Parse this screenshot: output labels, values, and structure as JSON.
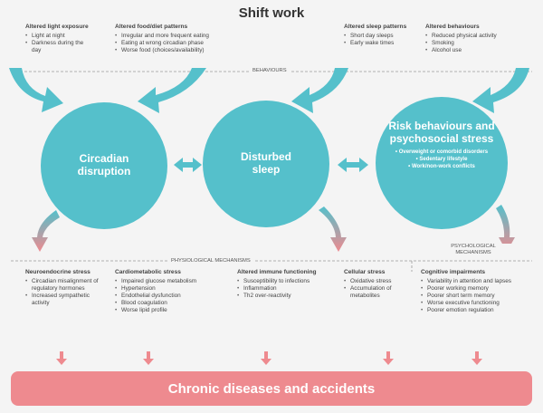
{
  "title": "Shift work",
  "behaviours_label": "BEHAVIOURS",
  "physio_label": "PHYSIOLOGICAL MECHANISMS",
  "psych_label": "PSYCHOLOGICAL MECHANISMS",
  "top_groups": [
    {
      "heading": "Altered light exposure",
      "items": [
        "Light at night",
        "Darkness during the day"
      ]
    },
    {
      "heading": "Altered food/diet patterns",
      "items": [
        "Irregular and more frequent eating",
        "Eating at wrong circadian phase",
        "Worse food (choices/availability)"
      ]
    },
    {
      "heading": "Altered sleep patterns",
      "items": [
        "Short day sleeps",
        "Early wake times"
      ]
    },
    {
      "heading": "Altered behaviours",
      "items": [
        "Reduced physical activity",
        "Smoking",
        "Alcohol use"
      ]
    }
  ],
  "circles": [
    {
      "title": "Circadian disruption"
    },
    {
      "title": "Disturbed sleep"
    },
    {
      "title": "Risk behaviours and psychosocial stress",
      "items": [
        "Overweight or comorbid disorders",
        "Sedentary lifestyle",
        "Work/non-work conflicts"
      ]
    }
  ],
  "bottom_groups": [
    {
      "heading": "Neuroendocrine stress",
      "items": [
        "Circadian misalignment of regulatory hormones",
        "Increased sympathetic activity"
      ]
    },
    {
      "heading": "Cardiometabolic stress",
      "items": [
        "Impaired glucose metabolism",
        "Hypertension",
        "Endothelial dysfunction",
        "Blood coagulation",
        "Worse lipid profile"
      ]
    },
    {
      "heading": "Altered immune functioning",
      "items": [
        "Susceptibility to infections",
        "Inflammation",
        "Th2 over-reactivity"
      ]
    },
    {
      "heading": "Cellular stress",
      "items": [
        "Oxidative stress",
        "Accumulation of metabolites"
      ]
    },
    {
      "heading": "Cognitive impairments",
      "items": [
        "Variability in attention and lapses",
        "Poorer working memory",
        "Poorer short term memory",
        "Worse executive functioning",
        "Poorer emotion regulation"
      ]
    }
  ],
  "outcome": "Chronic diseases and accidents",
  "colors": {
    "teal": "#55c0cb",
    "pink": "#ee8a8f",
    "text": "#3a3a3a",
    "dash": "#9a9a9a"
  }
}
